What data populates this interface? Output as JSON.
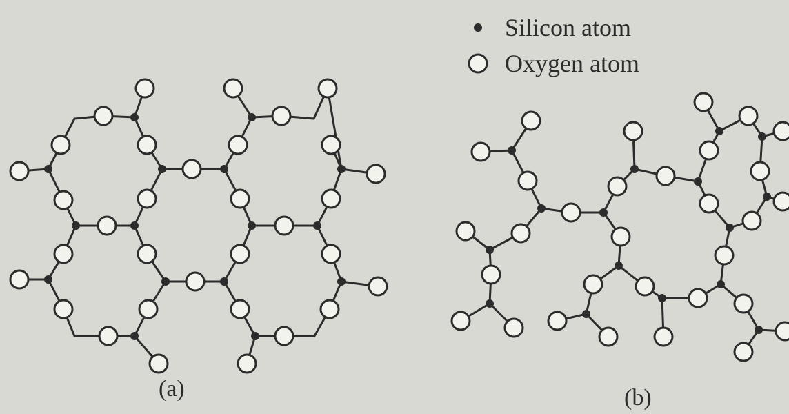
{
  "legend": {
    "silicon_label": "Silicon atom",
    "oxygen_label": "Oxygen atom",
    "silicon_icon": "filled-dot-icon",
    "oxygen_icon": "open-circle-icon"
  },
  "captions": {
    "a": "(a)",
    "b": "(b)"
  },
  "colors": {
    "ink": "#2c2c2c",
    "oxygen_fill": "#f3f3ee",
    "background": "#d9d9d4"
  }
}
